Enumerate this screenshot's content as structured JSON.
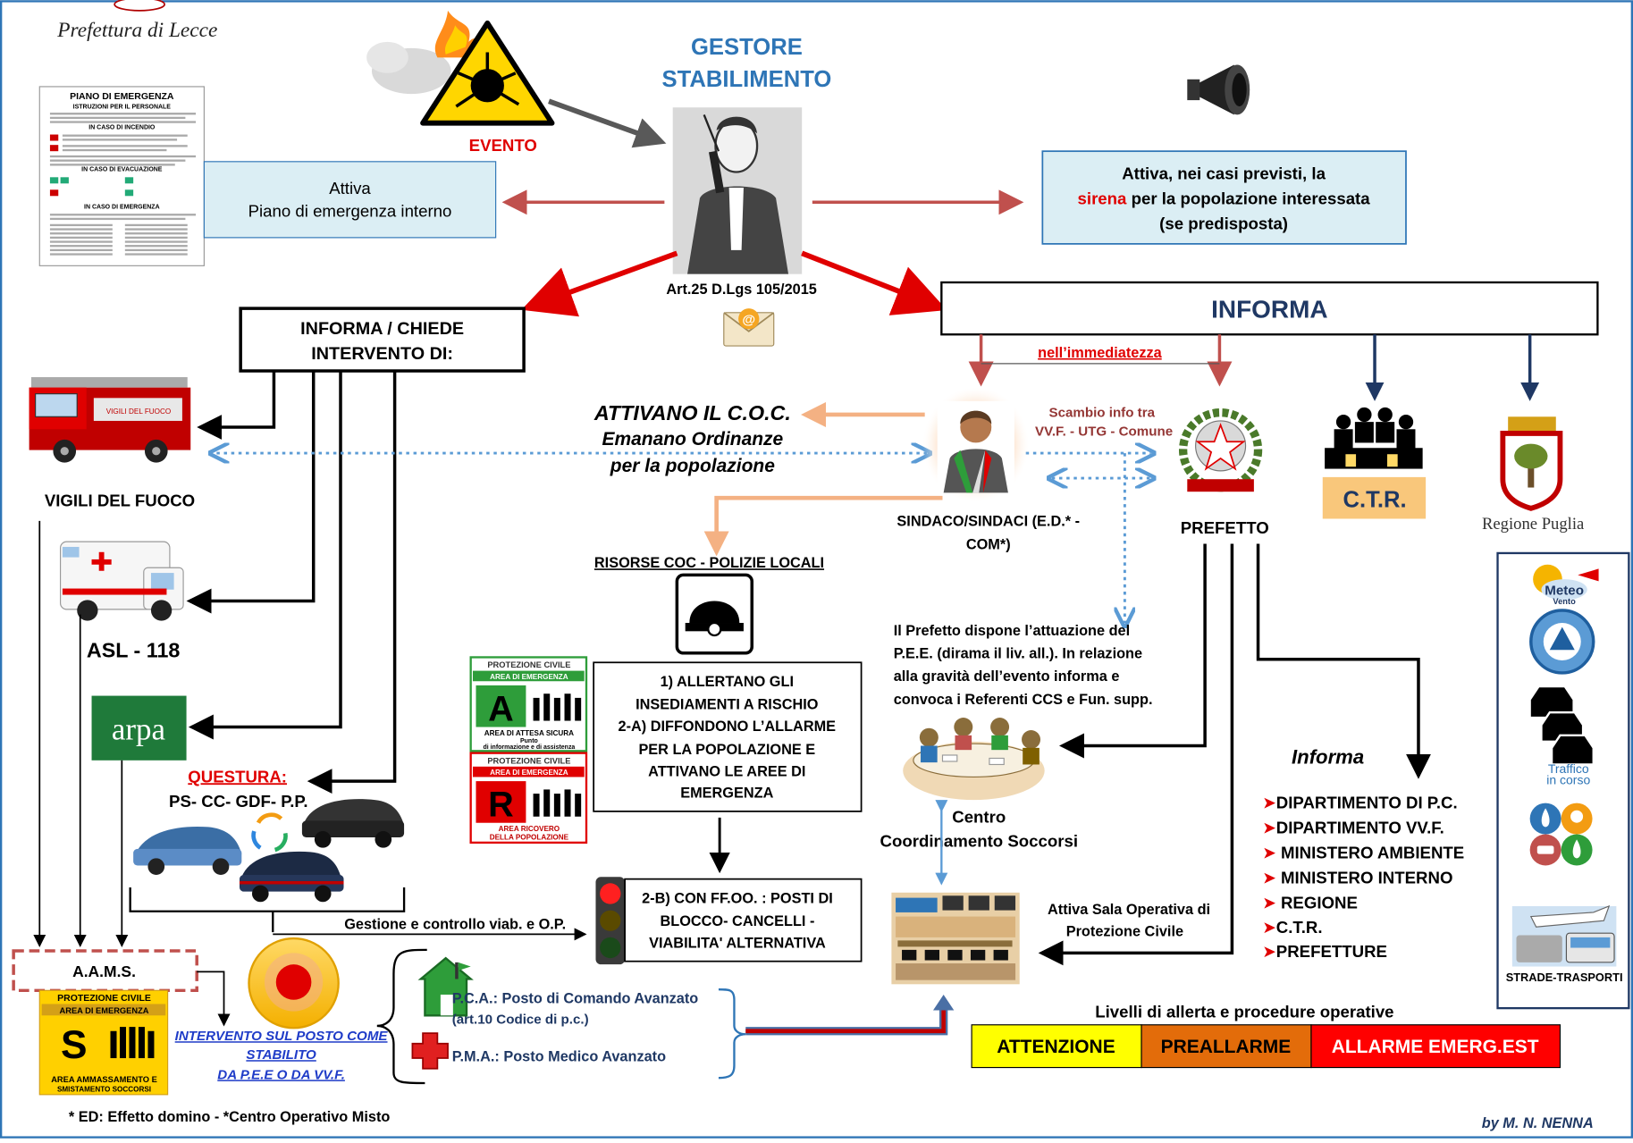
{
  "header": {
    "prefettura": "Prefettura di Lecce"
  },
  "gestore": {
    "line1": "GESTORE",
    "line2": "STABILIMENTO",
    "article": "Art.25 D.Lgs 105/2015"
  },
  "evento": "EVENTO",
  "piano_doc": {
    "title": "PIANO DI EMERGENZA",
    "subtitle": "ISTRUZIONI PER IL PERSONALE",
    "sections": [
      "IN CASO DI INCENDIO",
      "IN CASO DI EVACUAZIONE",
      "IN CASO DI EMERGENZA"
    ]
  },
  "attiva_piano": {
    "line1": "Attiva",
    "line2": "Piano di emergenza interno"
  },
  "sirena_box": {
    "line1": "Attiva, nei casi previsti, la",
    "sirena": "sirena",
    "line2_rest": " per la popolazione interessata",
    "line3": "(se predisposta)"
  },
  "informa_chiede": {
    "line1": "INFORMA / CHIEDE",
    "line2": "INTERVENTO DI:"
  },
  "informa": "INFORMA",
  "nell_immediatezza": "nell’immediatezza",
  "vigili": {
    "fire_truck_text": "VIGILI DEL FUOCO",
    "label": "VIGILI DEL FUOCO"
  },
  "asl": "ASL - 118",
  "arpa": "arpa",
  "questura": {
    "title": "QUESTURA:",
    "forces": "PS- CC- GDF- P.P."
  },
  "coc": {
    "line1": "ATTIVANO  IL C.O.C.",
    "line2": "Emanano Ordinanze",
    "line3": "per la popolazione"
  },
  "scambio": {
    "line1": "Scambio info tra",
    "line2": "VV.F. - UTG - Comune"
  },
  "sindaco": {
    "line1": "SINDACO/SINDACI (E.D.* -",
    "line2": "COM*)"
  },
  "prefetto": "PREFETTO",
  "ctr": "C.T.R.",
  "regione": "Regione Puglia",
  "risorse": "RISORSE COC - POLIZIE LOCALI",
  "allertano": {
    "lines": [
      "1) ALLERTANO GLI",
      "INSEDIAMENTI A RISCHIO",
      "2-A) DIFFONDONO L’ALLARME",
      "PER LA POPOLAZIONE E",
      "ATTIVANO LE AREE DI",
      "EMERGENZA"
    ]
  },
  "area_a": {
    "header": "PROTEZIONE CIVILE",
    "band": "AREA DI EMERGENZA",
    "letter": "A",
    "caption1": "AREA DI ATTESA SICURA",
    "caption2": "Punto",
    "caption3": "di informazione e di assistenza"
  },
  "area_r": {
    "header": "PROTEZIONE CIVILE",
    "band": "AREA DI EMERGENZA",
    "letter": "R",
    "caption1": "AREA RICOVERO",
    "caption2": "DELLA POPOLAZIONE"
  },
  "area_s": {
    "header": "PROTEZIONE CIVILE",
    "band": "AREA DI EMERGENZA",
    "letter": "S",
    "caption1": "AREA AMMASSAMENTO E",
    "caption2": "SMISTAMENTO SOCCORSI"
  },
  "prefetto_dispone": {
    "lines": [
      "Il Prefetto dispone l’attuazione del",
      "P.E.E. (dirama il liv. all.). In relazione",
      "alla gravità dell’evento informa e",
      "convoca i Referenti CCS e Fun. supp."
    ]
  },
  "centro": {
    "line1": "Centro",
    "line2": "Coordinamento Soccorsi"
  },
  "informa_list": {
    "title": "Informa",
    "items": [
      "DIPARTIMENTO DI P.C.",
      "DIPARTIMENTO VV.F.",
      " MINISTERO AMBIENTE",
      " MINISTERO INTERNO",
      " REGIONE",
      "C.T.R.",
      "PREFETTURE"
    ]
  },
  "ffoo": {
    "lines": [
      "2-B) CON FF.OO. : POSTI DI",
      "BLOCCO- CANCELLI -",
      "VIABILITA' ALTERNATIVA"
    ]
  },
  "gestione": "Gestione e controllo viab. e O.P.",
  "aams": "A.A.M.S.",
  "intervento": {
    "lines": [
      "INTERVENTO SUL POSTO COME",
      "STABILITO",
      "DA  P.E.E O DA VV.F."
    ]
  },
  "pca": {
    "line1": "P.C.A.: Posto di Comando Avanzato",
    "line2": "(art.10 Codice di p.c.)"
  },
  "pma": "P.M.A.: Posto Medico Avanzato",
  "sala": {
    "line1": "Attiva Sala Operativa di",
    "line2": "Protezione Civile"
  },
  "livelli": {
    "title": "Livelli di allerta e procedure operative",
    "items": [
      {
        "label": "ATTENZIONE",
        "color": "#ffff00",
        "text_color": "#000000"
      },
      {
        "label": "PREALLARME",
        "color": "#e36c0a",
        "text_color": "#000000"
      },
      {
        "label": "ALLARME EMERG.EST",
        "color": "#ff0000",
        "text_color": "#ffffff"
      }
    ]
  },
  "side_panel": {
    "meteo": "Meteo",
    "vento": "Vento",
    "traffico1": "Traffico",
    "traffico2": "in corso",
    "strade": "STRADE-TRASPORTI"
  },
  "footnote": "* ED: Effetto domino -  *Centro Operativo Misto",
  "author": "by   M. N. NENNA",
  "colors": {
    "title_blue": "#2e75b6",
    "red": "#e00000",
    "box_fill": "#dbeef4",
    "box_stroke": "#2e75b6",
    "navy": "#1f3864",
    "orange": "#f4b183",
    "dotted_blue": "#5b9bd5"
  }
}
